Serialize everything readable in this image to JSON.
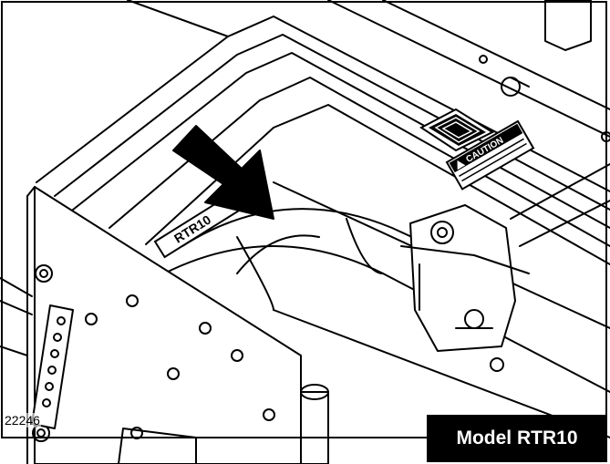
{
  "figure": {
    "figure_number": "22246",
    "model_label": "Model RTR10",
    "decal_caution_text": "CAUTION",
    "decal_panel_text": "RTR10"
  },
  "colors": {
    "line": "#000000",
    "background": "#ffffff",
    "label_background": "#000000",
    "label_text": "#ffffff"
  },
  "icons": {
    "pointer": "arrow-icon",
    "warning": "warning-triangle-icon"
  }
}
